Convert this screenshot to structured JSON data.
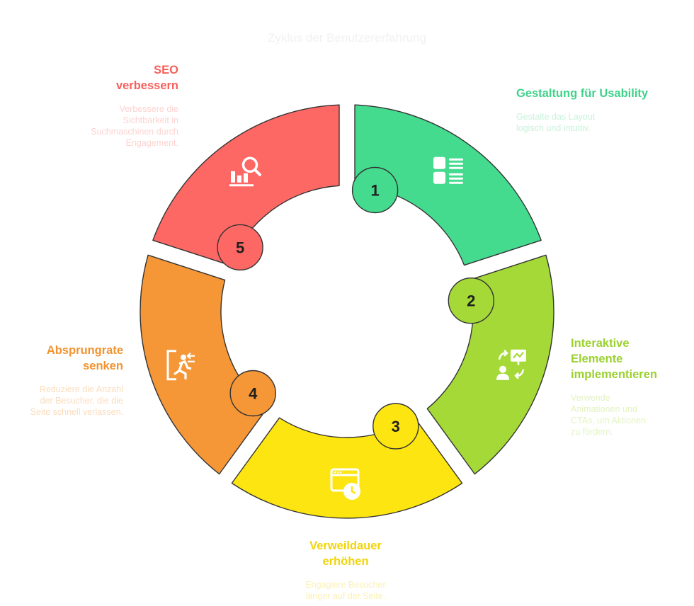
{
  "title": "Zyklus der Benutzererfahrung",
  "steps": [
    {
      "number": "1",
      "heading": "Gestaltung für Usability",
      "description": "Gestalte das Layout logisch und intuitiv.",
      "icon": "layout-list-icon",
      "color": "#44db8f",
      "text_color": "#3fd28a",
      "desc_color": "#c9f2dd"
    },
    {
      "number": "2",
      "heading": "Interaktive Elemente implementieren",
      "description": "Verwende Animationen und CTAs, um Aktionen zu fördern.",
      "icon": "interactive-presentation-icon",
      "color": "#a4d938",
      "text_color": "#9bd12f",
      "desc_color": "#e3f3c3"
    },
    {
      "number": "3",
      "heading": "Verweildauer erhöhen",
      "description": "Engagiere Besucher länger auf der Seite.",
      "icon": "browser-clock-icon",
      "color": "#fde511",
      "text_color": "#f2d40a",
      "desc_color": "#fbf1b4"
    },
    {
      "number": "4",
      "heading": "Absprungrate senken",
      "description": "Reduziere die Anzahl der Besucher, die die Seite schnell verlassen.",
      "icon": "exit-door-icon",
      "color": "#f59637",
      "text_color": "#f2932f",
      "desc_color": "#fbdcbc"
    },
    {
      "number": "5",
      "heading": "SEO verbessern",
      "description": "Verbessere die Sichtbarkeit in Suchmaschinen durch Engagement.",
      "icon": "seo-search-chart-icon",
      "color": "#fe6864",
      "text_color": "#f5605c",
      "desc_color": "#fdd3d1"
    }
  ]
}
